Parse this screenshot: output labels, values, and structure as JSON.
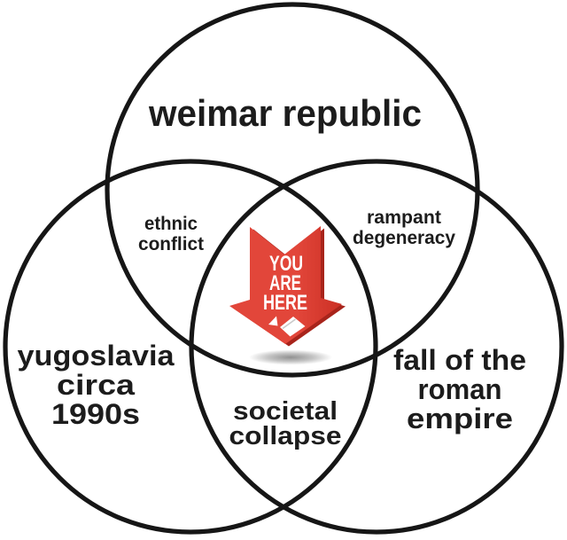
{
  "colors": {
    "background": "#ffffff",
    "circle_stroke": "#161616",
    "label_text": "#1c1c1c",
    "arrow_red_light": "#e2463a",
    "arrow_red_dark": "#cb2f24",
    "arrow_edge_red": "#a8241b",
    "arrow_text": "#ffffff",
    "shadow_gray": "#7d7d7d"
  },
  "venn": {
    "top_circle_label_lines": [
      "weimar republic"
    ],
    "left_circle_label_lines": [
      "yugoslavia",
      "circa",
      "1990s"
    ],
    "right_circle_label_lines": [
      "fall of the",
      "roman",
      "empire"
    ],
    "overlap_top_left_lines": [
      "ethnic",
      "conflict"
    ],
    "overlap_top_right_lines": [
      "rampant",
      "degeneracy"
    ],
    "overlap_bottom_lines": [
      "societal",
      "collapse"
    ],
    "center_marker_lines": [
      "YOU",
      "ARE",
      "HERE"
    ]
  }
}
